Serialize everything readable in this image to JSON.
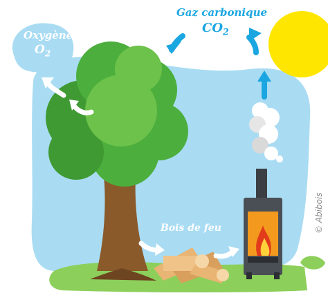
{
  "labels": {
    "oxygen_title": "Oxygène",
    "oxygen_formula_main": "O",
    "oxygen_formula_sub": "2",
    "co2_title": "Gaz carbonique",
    "co2_formula_main": "CO",
    "co2_formula_sub": "2",
    "firewood": "Bois de feu",
    "copyright": "© Abibois"
  },
  "colors": {
    "sky": "#a9dcf3",
    "co2_text": "#1aa6e0",
    "arrow_blue": "#1aa6e0",
    "sun": "#ffe600",
    "foliage": "#4cae3c",
    "foliage_light": "#6cc24a",
    "trunk": "#8a5a2b",
    "grass": "#8ccf5a",
    "stove": "#4a4f55",
    "fire": "#f39a1e",
    "wood": "#e8b574"
  },
  "icons": [
    "sun-icon",
    "tree-icon",
    "stove-icon",
    "firewood-icon",
    "smoke-icon",
    "arrow-icon"
  ]
}
